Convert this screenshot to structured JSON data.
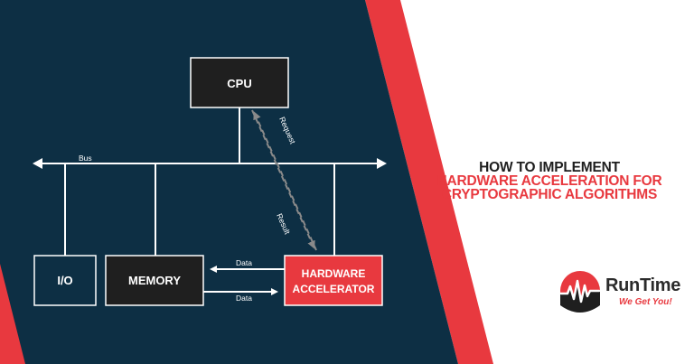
{
  "diagram": {
    "cpu_label": "CPU",
    "bus_label": "Bus",
    "io_label": "I/O",
    "memory_label": "MEMORY",
    "accelerator_line1": "HARDWARE",
    "accelerator_line2": "ACCELERATOR",
    "request_label": "Request",
    "result_label": "Result",
    "data_label_top": "Data",
    "data_label_bottom": "Data"
  },
  "headline": {
    "line1": "HOW TO IMPLEMENT",
    "line2": "HARDWARE ACCELERATION FOR",
    "line3": "CRYPTOGRAPHIC ALGORITHMS"
  },
  "brand": {
    "name": "RunTime",
    "tagline": "We Get You!"
  },
  "colors": {
    "navy": "#0d2f44",
    "accent_red": "#e8393f",
    "box_black": "#1f1f1f",
    "white": "#ffffff"
  }
}
